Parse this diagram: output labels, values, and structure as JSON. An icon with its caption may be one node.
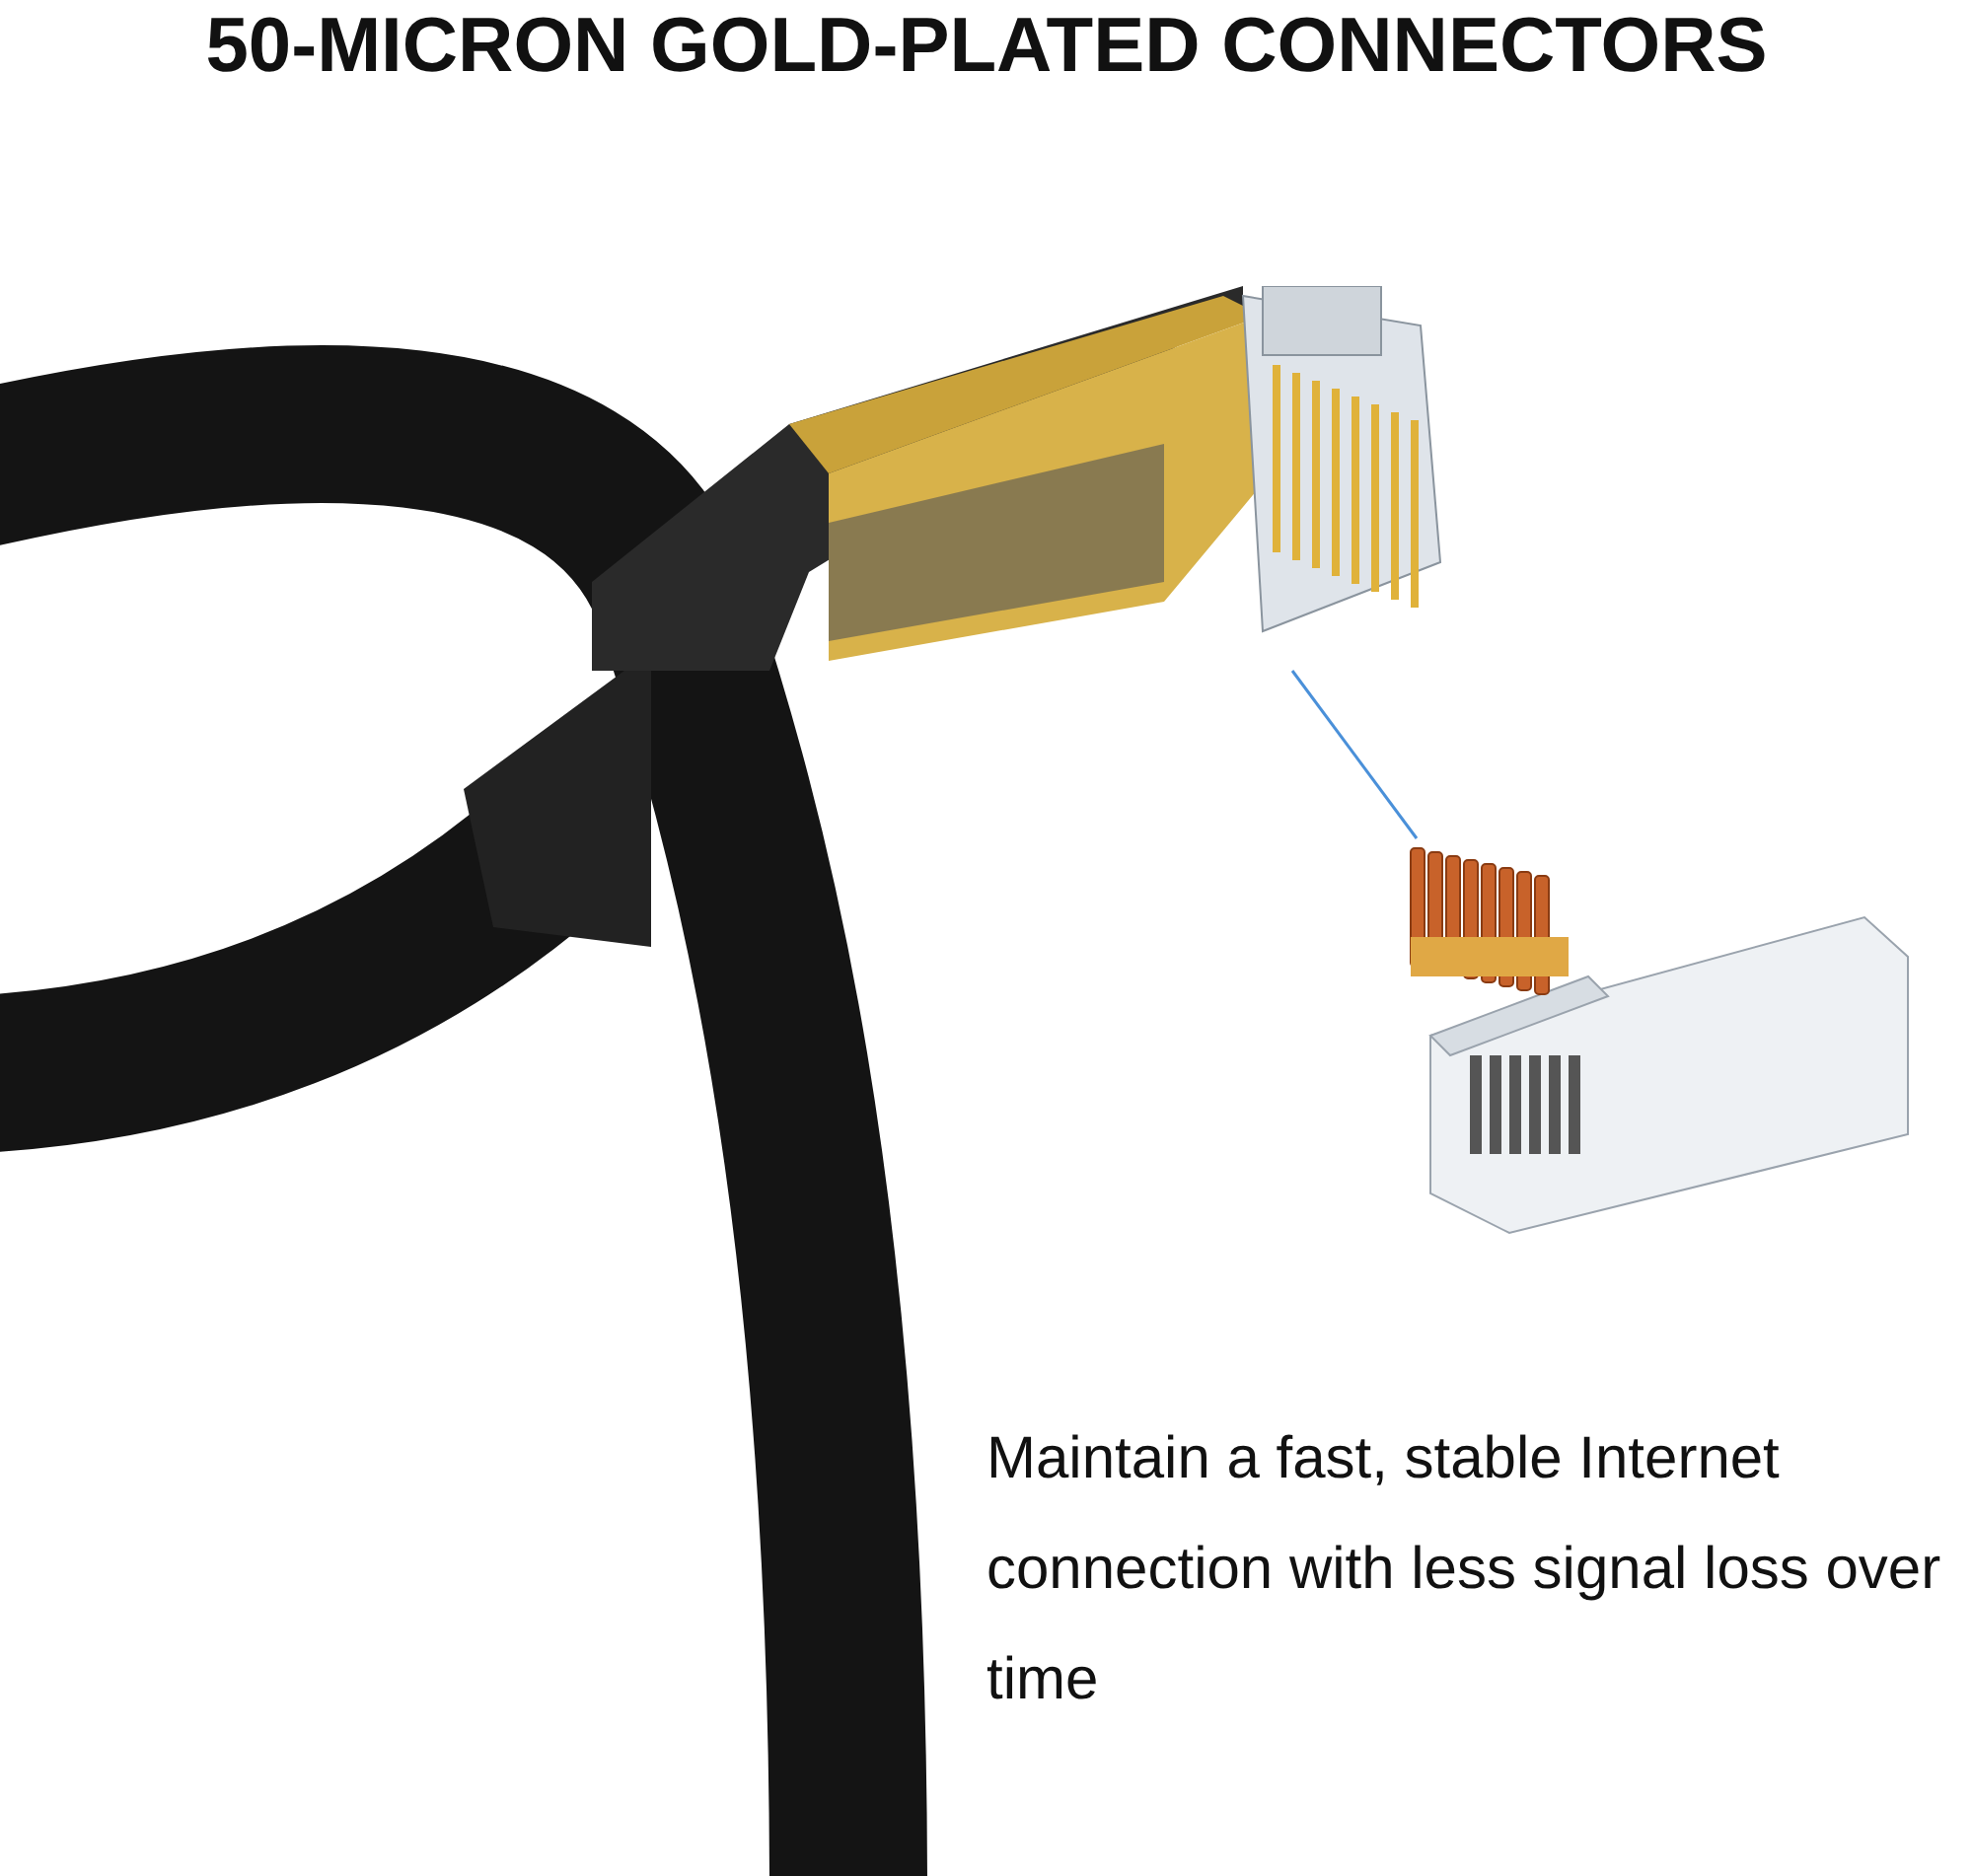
{
  "diagram": {
    "title": "50-MICRON GOLD-PLATED CONNECTORS",
    "nodes": [
      {
        "text": [],
        "shape": "picture"
      },
      {
        "text": [],
        "shape": "picture"
      }
    ],
    "edges": [
      {
        "from": 0,
        "to": 1,
        "arrow": "none"
      }
    ],
    "labels": [
      "Maintain a fast, stable Internet connection with less signal loss over time"
    ]
  }
}
